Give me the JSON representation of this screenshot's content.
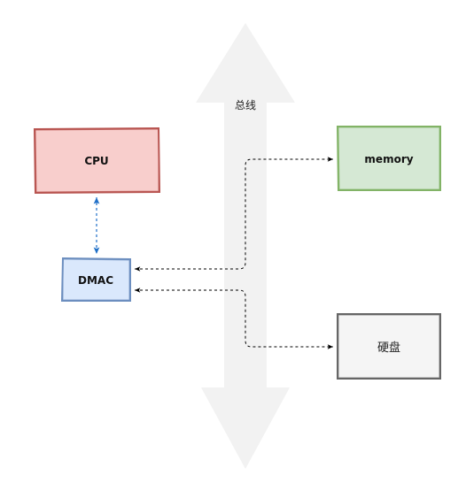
{
  "bus": {
    "label": "总线",
    "fill_color": "#f2f2f2"
  },
  "nodes": {
    "cpu": {
      "label": "CPU",
      "fill": "#f8cecc",
      "stroke": "#b85450"
    },
    "dmac": {
      "label": "DMAC",
      "fill": "#dae8fc",
      "stroke": "#6c8ebf"
    },
    "memory": {
      "label": "memory",
      "fill": "#d5e8d4",
      "stroke": "#82b366"
    },
    "disk": {
      "label": "硬盘",
      "fill": "#f5f5f5",
      "stroke": "#666666"
    }
  },
  "edges": {
    "cpu_dmac_color": "#1f6fc7",
    "bus_edges_color": "#000000"
  }
}
